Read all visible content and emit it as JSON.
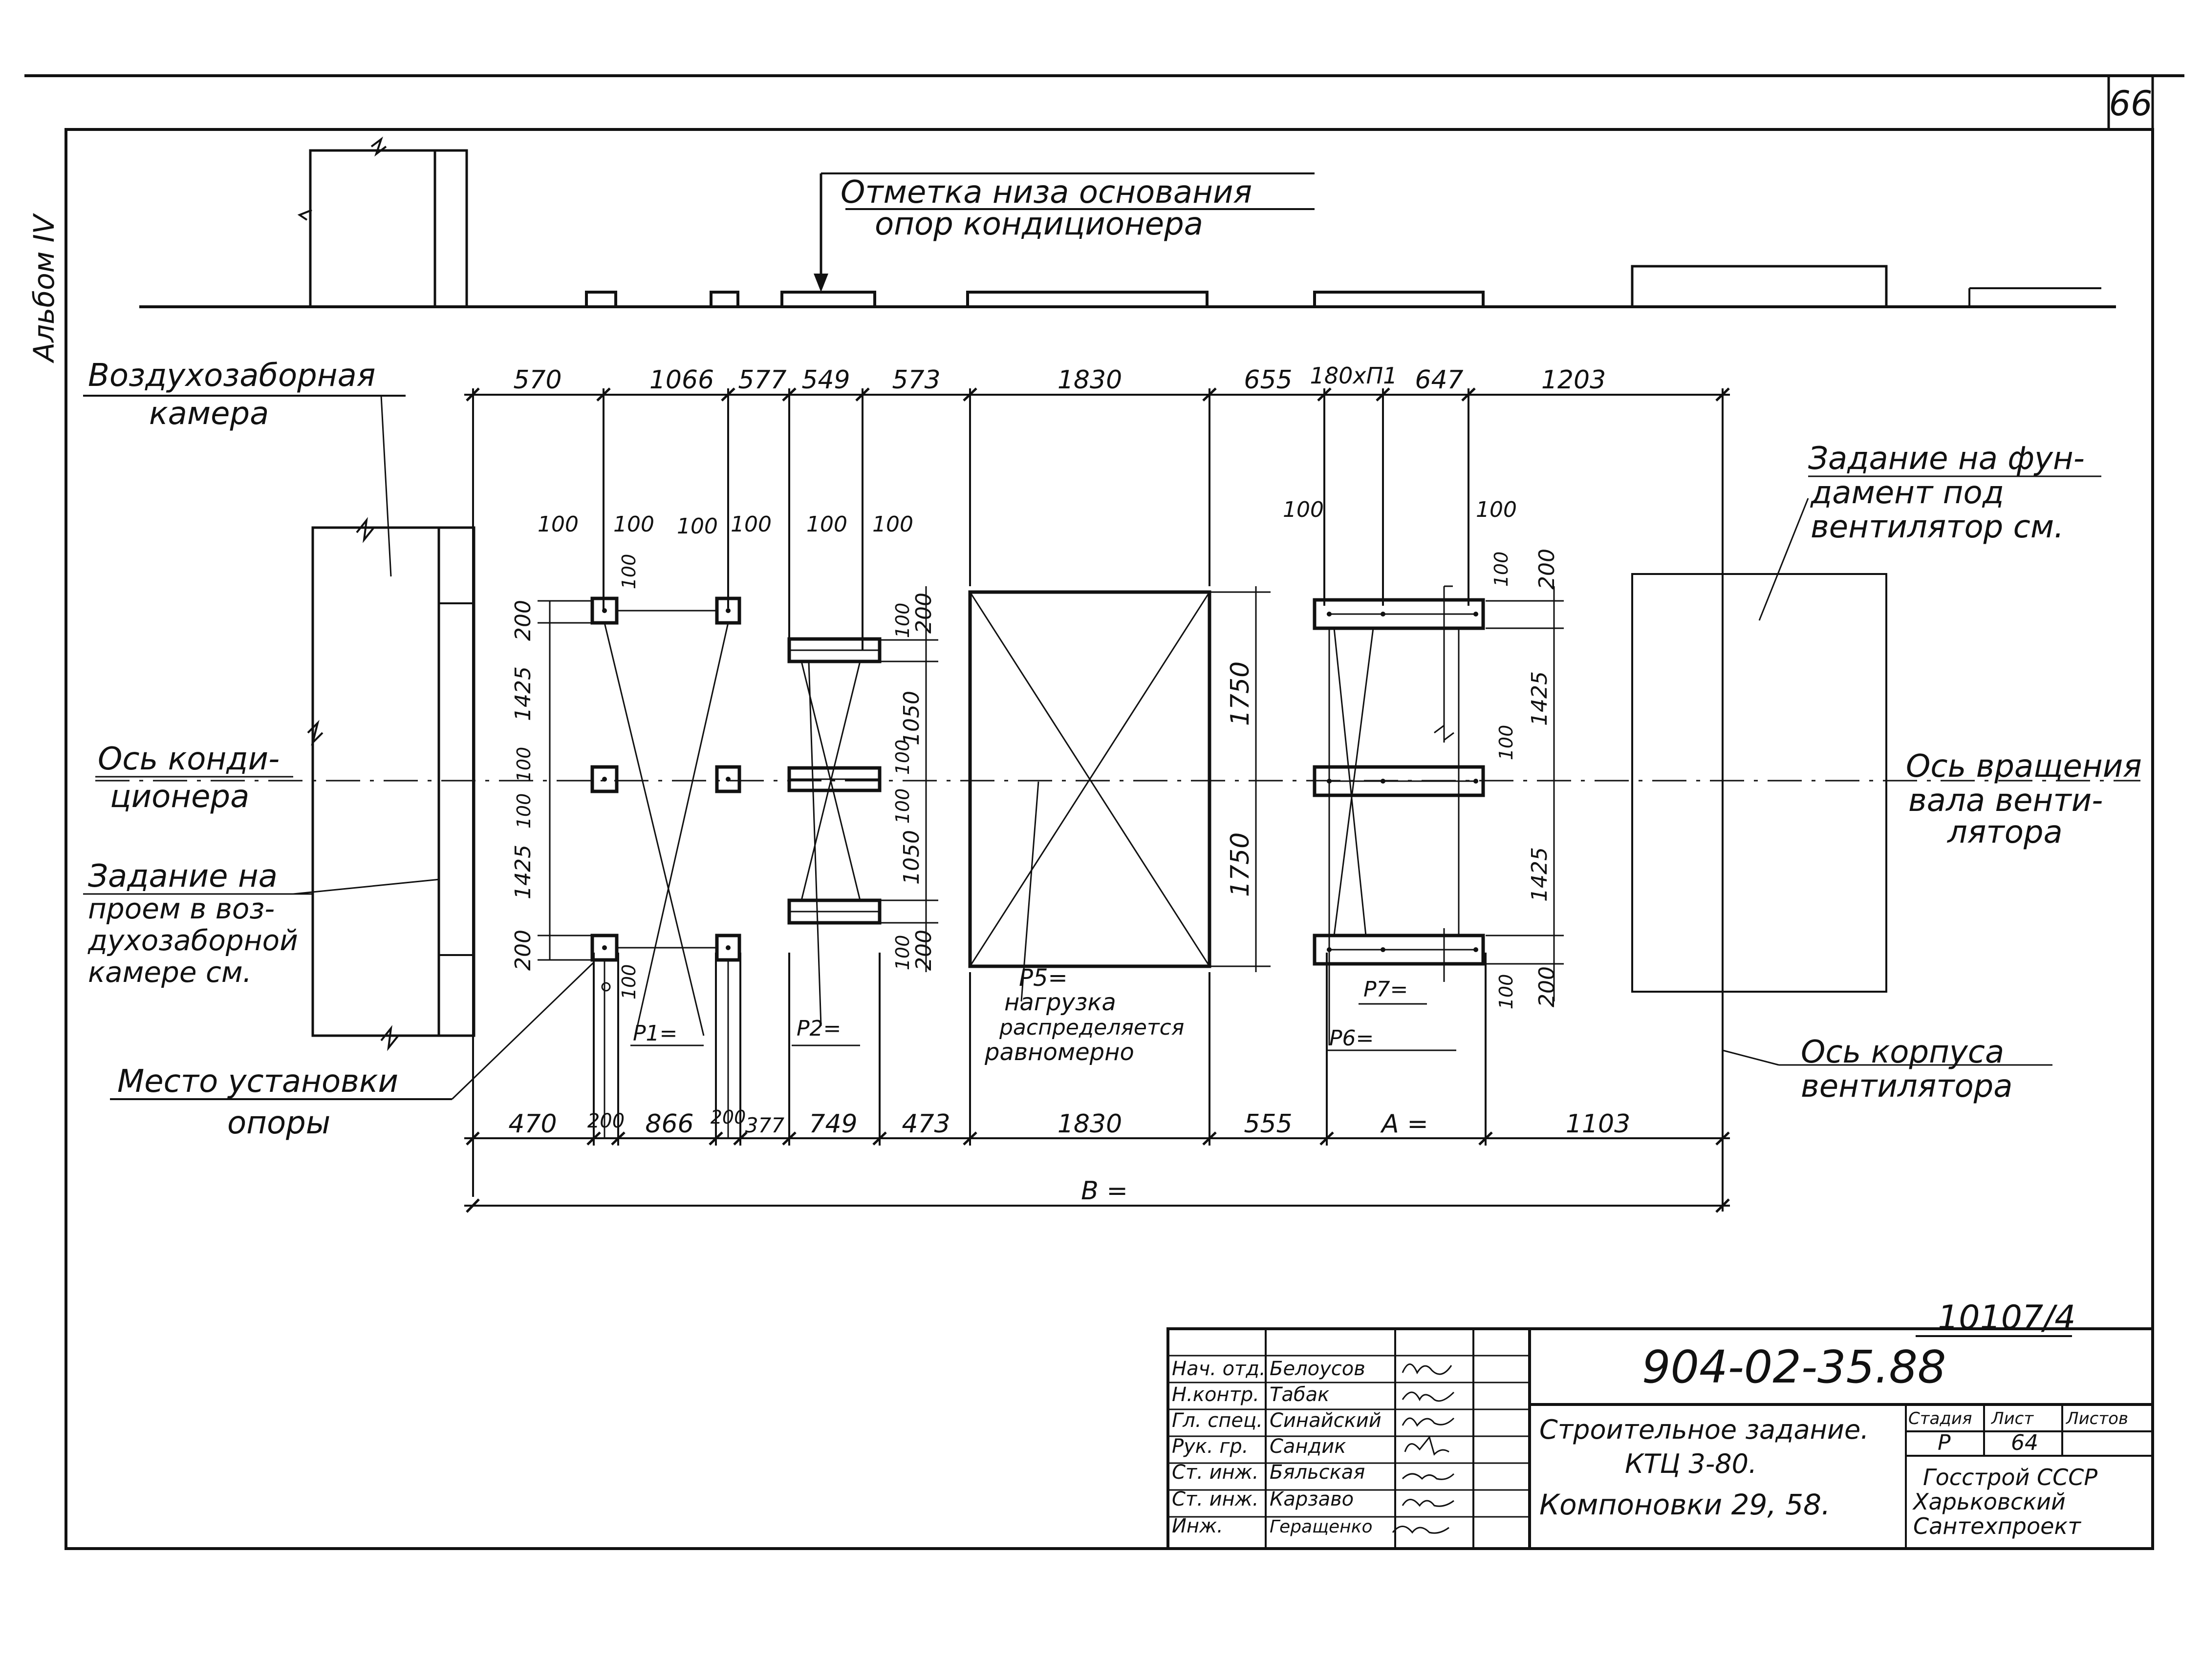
{
  "sheet_number": "66",
  "album_label": "Альбом IV",
  "elevation_note": [
    "Отметка низа основания",
    "опор кондиционера"
  ],
  "labels": {
    "air_intake": [
      "Воздухозаборная",
      "камера"
    ],
    "conditioner_axis": [
      "Ось конди-",
      "ционера"
    ],
    "opening_task": [
      "Задание на",
      "проем в воз-",
      "духозаборной",
      "камере см."
    ],
    "support_place": [
      "Место установки",
      "опоры"
    ],
    "foundation_task": [
      "Задание на фун-",
      "дамент под",
      "вентилятор см."
    ],
    "rotation_axis": [
      "Ось вращения",
      "вала венти-",
      "лятора"
    ],
    "fan_body_axis": [
      "Ось корпуса",
      "вентилятора"
    ],
    "p1": "P1=",
    "p2": "P2=",
    "p5": [
      "P5=",
      "нагрузка",
      "распределяется",
      "равномерно"
    ],
    "p6": "P6=",
    "p7": "P7="
  },
  "dims_top": [
    "570",
    "1066",
    "577",
    "549",
    "573",
    "1830",
    "655",
    "180хП1",
    "647",
    "1203"
  ],
  "dims_bottom": [
    "470",
    "200",
    "866",
    "200",
    "377",
    "749",
    "473",
    "1830",
    "555",
    "A =",
    "1103"
  ],
  "overall_dim": "B =",
  "small_dims": {
    "hundred": "100",
    "two_hundred": "200",
    "d1425": "1425",
    "d1050": "1050",
    "d1750": "1750"
  },
  "doc_ref": "10107/4",
  "title_block": {
    "code": "904-02-35.88",
    "title_lines": [
      "Строительное задание.",
      "КТЦ 3-80.",
      "Компоновки 29, 58."
    ],
    "stage_header": "Стадия",
    "sheet_header": "Лист",
    "sheets_header": "Листов",
    "stage": "Р",
    "sheet": "64",
    "organization": [
      "Госстрой СССР",
      "Харьковский",
      "Сантехпроект"
    ],
    "roles": [
      "Нач. отд.",
      "Н.контр.",
      "Гл. спец.",
      "Рук. гр.",
      "Ст. инж.",
      "Ст. инж.",
      "Инж."
    ],
    "names": [
      "Белоусов",
      "Табак",
      "Синайский",
      "Сандик",
      "Бяльская",
      "Карзаво",
      "Геращенко"
    ]
  }
}
